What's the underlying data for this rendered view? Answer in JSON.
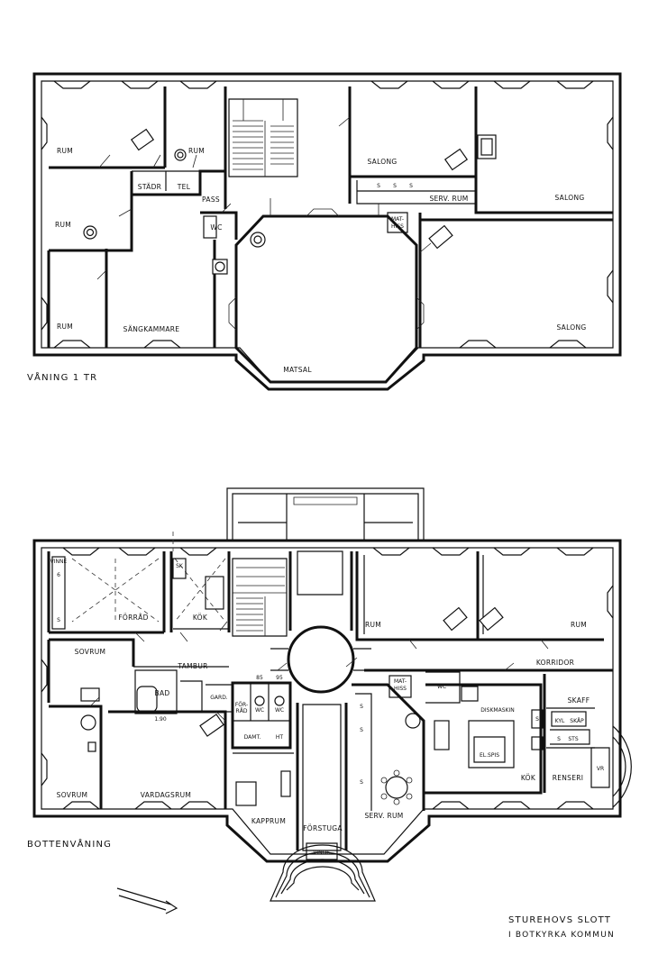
{
  "upper_floor": {
    "caption": "VÅNING 1 TR",
    "rooms": {
      "rum_1": "RUM",
      "rum_2": "RUM",
      "rum_3": "RUM",
      "rum_4": "RUM",
      "stadr": "STÄDR",
      "tel": "TEL",
      "pass": "PASS",
      "wc": "WC",
      "sangkammare": "SÄNGKAMMARE",
      "matsal": "MATSAL",
      "salong_1": "SALONG",
      "salong_2": "SALONG",
      "salong_3": "SALONG",
      "serv_rum": "SERV. RUM",
      "mat_hiss_1": "MAT-",
      "mat_hiss_2": "HISS",
      "shelf_s1": "S",
      "shelf_s2": "S",
      "shelf_s3": "S"
    }
  },
  "ground_floor": {
    "caption": "BOTTENVÅNING",
    "rooms": {
      "forrad": "FÖRRÅD",
      "vinne": "VINNE",
      "sk": "SK",
      "kok_small": "KÖK",
      "sovrum_1": "SOVRUM",
      "sovrum_2": "SOVRUM",
      "tambur": "TAMBUR",
      "bad": "BAD",
      "gard": "GARD.",
      "forrad_small_1": "FÖR-",
      "forrad_small_2": "RÅD",
      "wc_1": "WC",
      "wc_2": "WC",
      "wc_3": "WC",
      "damt": "DAMT.",
      "ht": "HT",
      "vardagsrum": "VARDAGSRUM",
      "kapprum": "KAPPRUM",
      "forstuga": "FÖRSTUGA",
      "vindf": "VINDF.",
      "rum_left": "RUM",
      "rum_right": "RUM",
      "korridor": "KORRIDOR",
      "mat_hiss_1": "MAT-",
      "mat_hiss_2": "HISS",
      "serv_rum": "SERV. RUM",
      "diskmaskin": "DISKMASKIN",
      "el_spis": "EL.SPIS",
      "kok": "KÖK",
      "skaff": "SKAFF",
      "kyl": "KYL",
      "skap": "SKÅP",
      "renseri": "RENSERI",
      "vr": "VR",
      "sts": "STS",
      "s1": "S",
      "s2": "S",
      "s3": "S",
      "s4": "S",
      "s5": "S",
      "shelf_6": "6",
      "shelf_s5": "S",
      "dim_85": "85",
      "dim_95": "95",
      "dim_190": "1.90"
    }
  },
  "title_block": {
    "line1": "STUREHOVS  SLOTT",
    "line2": "I BOTKYRKA  KOMMUN"
  },
  "north_arrow": "arrow-icon"
}
